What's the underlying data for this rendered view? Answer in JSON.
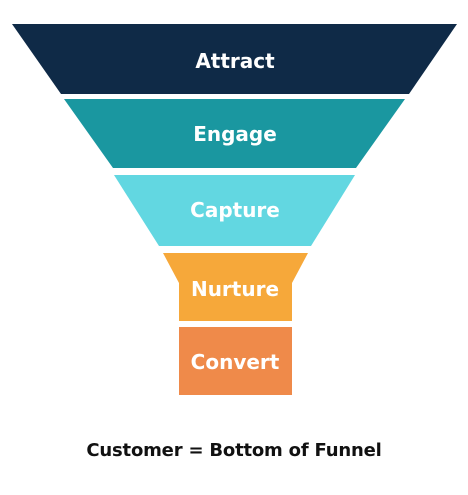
{
  "funnel": {
    "stages": [
      {
        "label": "Attract",
        "color": "#0f2a47"
      },
      {
        "label": "Engage",
        "color": "#1a97a0"
      },
      {
        "label": "Capture",
        "color": "#62d7e1"
      },
      {
        "label": "Nurture",
        "color": "#f6a83a"
      },
      {
        "label": "Convert",
        "color": "#ef8a4a"
      }
    ]
  },
  "caption": "Customer = Bottom of Funnel"
}
